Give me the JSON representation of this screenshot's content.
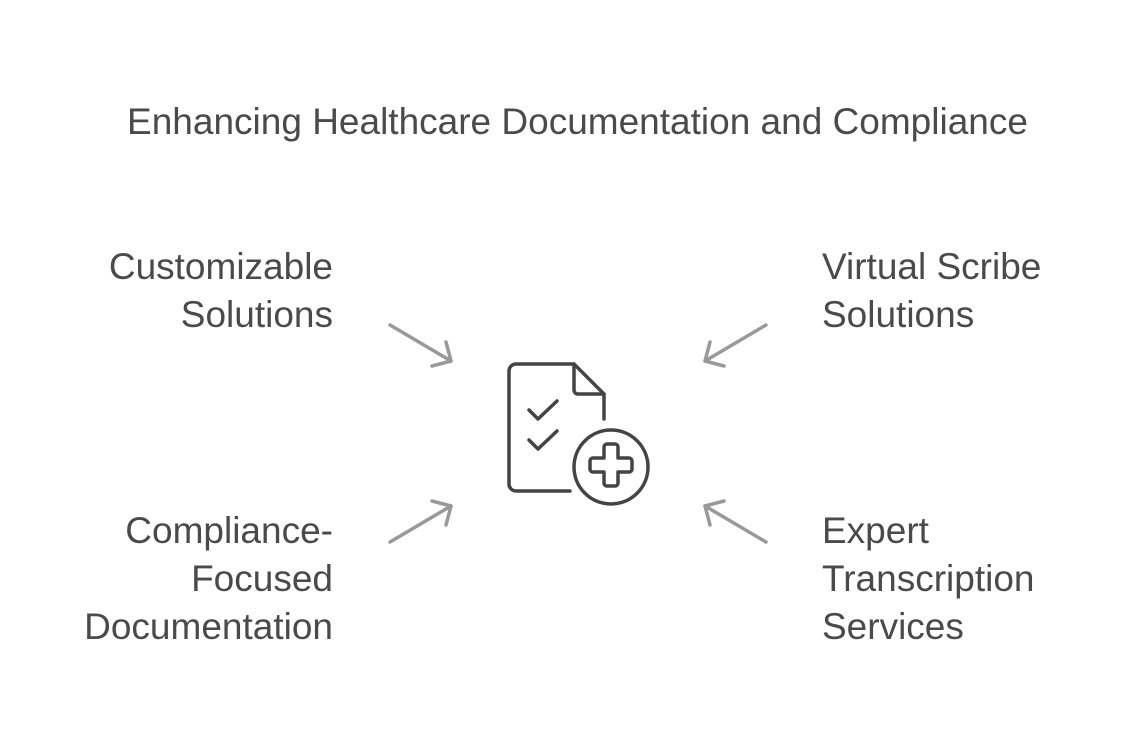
{
  "title": "Enhancing Healthcare Documentation and Compliance",
  "center_icon": "document-checklist-medical-plus-icon",
  "items": [
    {
      "lines": [
        "Customizable",
        "Solutions"
      ]
    },
    {
      "lines": [
        "Virtual Scribe",
        "Solutions"
      ]
    },
    {
      "lines": [
        "Compliance-",
        "Focused",
        "Documentation"
      ]
    },
    {
      "lines": [
        "Expert",
        "Transcription",
        "Services"
      ]
    }
  ],
  "colors": {
    "text": "#4a4a4a",
    "arrow": "#999999",
    "icon": "#444444"
  }
}
